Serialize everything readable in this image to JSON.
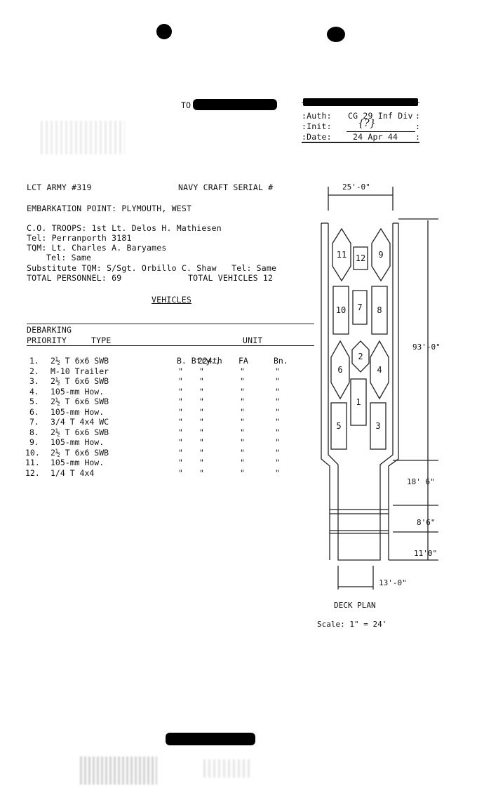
{
  "header": {
    "to_label": "TO",
    "auth_label": ":Auth:",
    "auth_value": "CG 29 Inf Div",
    "init_label": ":Init:",
    "init_value": "{?}",
    "date_label": ":Date:",
    "date_value": "24 Apr 44"
  },
  "craft": {
    "lct": "LCT ARMY #319",
    "navy_serial": "NAVY CRAFT SERIAL #",
    "embarkation": "EMBARKATION POINT: PLYMOUTH, WEST",
    "co": "C.O. TROOPS: 1st Lt. Delos H. Mathiesen",
    "tel1": "Tel: Perranporth 3181",
    "tqm": "TQM: Lt. Charles A. Baryames",
    "tel2": "Tel: Same",
    "sub_tqm": "Substitute TQM: S/Sgt. Orbillo C. Shaw   Tel: Same",
    "total_personnel": "TOTAL PERSONNEL: 69",
    "total_vehicles": "TOTAL VEHICLES 12"
  },
  "vehicles_heading": "VEHICLES",
  "table": {
    "col_debarking": "DEBARKING",
    "col_priority": "PRIORITY",
    "col_type": "TYPE",
    "col_unit": "UNIT",
    "rows": [
      {
        "n": "1.",
        "type": "2½ T 6x6 SWB",
        "unit": [
          "B. Btry.,",
          "224th",
          "FA",
          "Bn."
        ]
      },
      {
        "n": "2.",
        "type": "M-10 Trailer",
        "unit": [
          "\"",
          "\"",
          "\"",
          "\""
        ]
      },
      {
        "n": "3.",
        "type": "2½ T 6x6 SWB",
        "unit": [
          "\"",
          "\"",
          "\"",
          "\""
        ]
      },
      {
        "n": "4.",
        "type": "105-mm How.",
        "unit": [
          "\"",
          "\"",
          "\"",
          "\""
        ]
      },
      {
        "n": "5.",
        "type": "2½ T 6x6 SWB",
        "unit": [
          "\"",
          "\"",
          "\"",
          "\""
        ]
      },
      {
        "n": "6.",
        "type": "105-mm How.",
        "unit": [
          "\"",
          "\"",
          "\"",
          "\""
        ]
      },
      {
        "n": "7.",
        "type": "3/4 T 4x4 WC",
        "unit": [
          "\"",
          "\"",
          "\"",
          "\""
        ]
      },
      {
        "n": "8.",
        "type": "2½ T 6x6 SWB",
        "unit": [
          "\"",
          "\"",
          "\"",
          "\""
        ]
      },
      {
        "n": "9.",
        "type": "105-mm How.",
        "unit": [
          "\"",
          "\"",
          "\"",
          "\""
        ]
      },
      {
        "n": "10.",
        "type": "2½ T 6x6 SWB",
        "unit": [
          "\"",
          "\"",
          "\"",
          "\""
        ]
      },
      {
        "n": "11.",
        "type": "105-mm How.",
        "unit": [
          "\"",
          "\"",
          "\"",
          "\""
        ]
      },
      {
        "n": "12.",
        "type": "1/4 T 4x4",
        "unit": [
          "\"",
          "\"",
          "\"",
          "\""
        ]
      }
    ]
  },
  "deck_plan": {
    "width_label": "25'-0\"",
    "length_label": "93'-0\"",
    "dim2": "18' 6\"",
    "dim3": "8'6\"",
    "dim4": "11'0\"",
    "ramp_width": "13'-0\"",
    "caption": "DECK PLAN",
    "scale": "Scale: 1\" = 24'",
    "vehicle_numbers": [
      "11",
      "12",
      "9",
      "10",
      "7",
      "8",
      "6",
      "2",
      "4",
      "5",
      "1",
      "3"
    ]
  }
}
